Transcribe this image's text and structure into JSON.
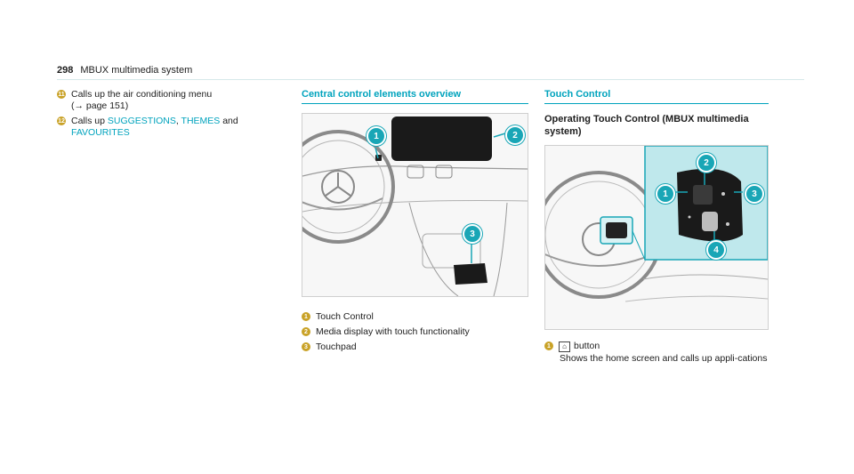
{
  "header": {
    "page_number": "298",
    "title": "MBUX multimedia sys­tem"
  },
  "left_col": {
    "items": [
      {
        "num": "11",
        "text_before": "Calls up the air conditioning menu",
        "line2": "(→ page 151)"
      },
      {
        "num": "12",
        "text_before": "Calls up ",
        "link1": "SUGGESTIONS",
        "sep": ", ",
        "link2": "THEMES",
        "and": " and",
        "link3": "FAVOURITES"
      }
    ]
  },
  "mid_col": {
    "title": "Central control elements overview",
    "callouts": [
      "1",
      "2",
      "3"
    ],
    "captions": [
      {
        "num": "1",
        "text": "Touch Control"
      },
      {
        "num": "2",
        "text": "Media display with touch functionality"
      },
      {
        "num": "3",
        "text": "Touchpad"
      }
    ]
  },
  "right_col": {
    "title": "Touch Control",
    "subtitle": "Operating Touch Control (MBUX multimedia system)",
    "callouts": [
      "1",
      "2",
      "3",
      "4"
    ],
    "item": {
      "num": "1",
      "icon": "⌂",
      "label": "button",
      "description": "Shows the home screen and calls up appli-cations"
    }
  }
}
